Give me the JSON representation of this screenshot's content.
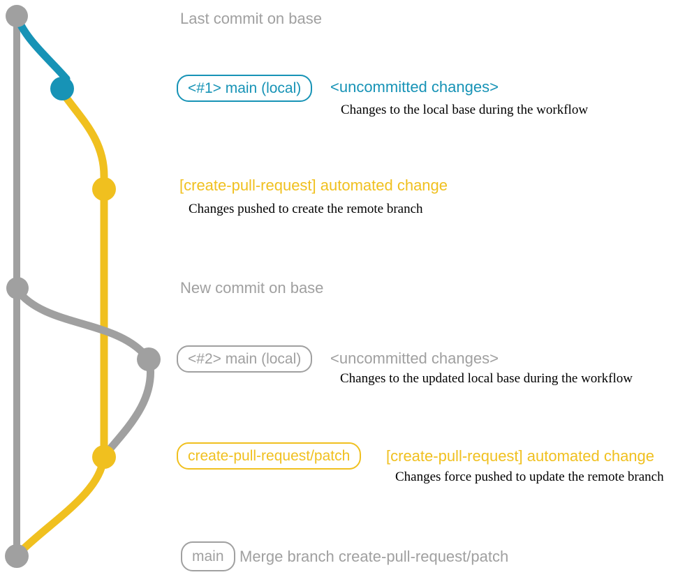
{
  "colors": {
    "gray": "#A0A0A0",
    "blue": "#1793B6",
    "yellow": "#F0C01F",
    "description_text": "#000000"
  },
  "graph": {
    "nodes": [
      {
        "id": "last-commit-on-base",
        "color": "gray"
      },
      {
        "id": "uncommitted-changes-1",
        "color": "blue"
      },
      {
        "id": "automated-change-1",
        "color": "yellow"
      },
      {
        "id": "new-commit-on-base",
        "color": "gray"
      },
      {
        "id": "uncommitted-changes-2",
        "color": "gray"
      },
      {
        "id": "automated-change-2",
        "color": "yellow"
      },
      {
        "id": "merge-commit",
        "color": "gray"
      }
    ]
  },
  "sections": {
    "last_commit": {
      "label": "Last commit on base"
    },
    "new_commit": {
      "label": "New commit on base"
    }
  },
  "rows": {
    "uncommitted_1": {
      "branch_label": "<#1> main (local)",
      "title": "<uncommitted changes>",
      "description": "Changes to the local base during the workflow"
    },
    "automated_1": {
      "title": "[create-pull-request] automated change",
      "description": "Changes pushed to create the remote branch"
    },
    "uncommitted_2": {
      "branch_label": "<#2> main (local)",
      "title": "<uncommitted changes>",
      "description": "Changes to the updated local base during the workflow"
    },
    "automated_2": {
      "branch_label": "create-pull-request/patch",
      "title": "[create-pull-request] automated change",
      "description": "Changes force pushed to update the remote branch"
    },
    "merge": {
      "branch_label": "main",
      "title": "Merge branch create-pull-request/patch"
    }
  }
}
